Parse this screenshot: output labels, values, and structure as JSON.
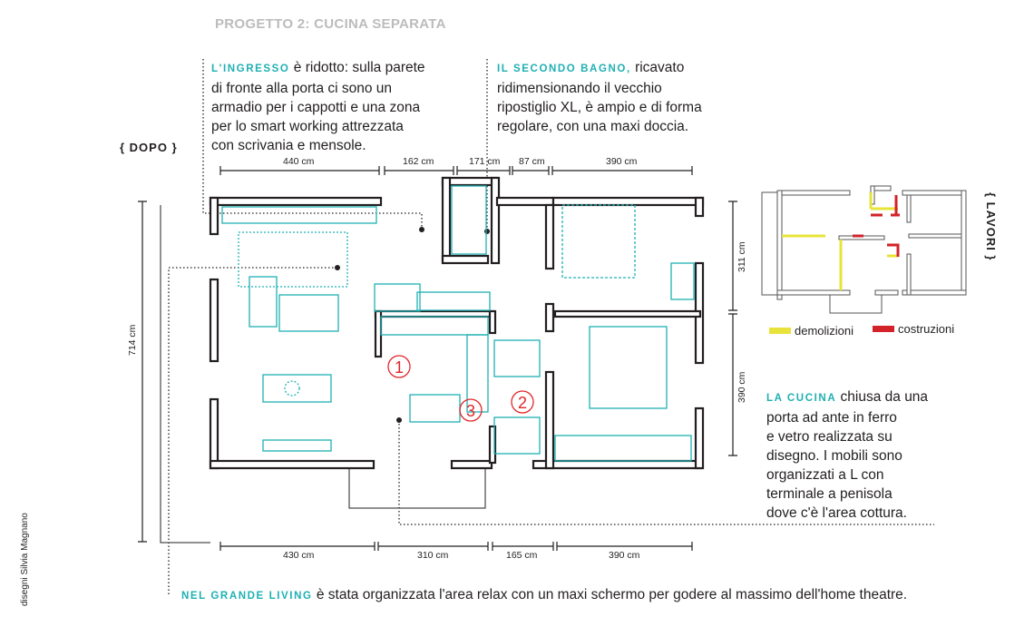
{
  "title": "PROGETTO 2: CUCINA SEPARATA",
  "ingresso": {
    "lead": "L'INGRESSO",
    "lines": [
      "è ridotto: sulla parete",
      "di fronte alla porta ci sono un",
      "armadio per i cappotti e una zona",
      "per lo smart working attrezzata",
      "con scrivania e mensole."
    ]
  },
  "bagno": {
    "lead": "IL SECONDO BAGNO,",
    "lines": [
      "ricavato",
      "ridimensionando il vecchio",
      "ripostiglio XL, è ampio e di forma",
      "regolare, con una maxi doccia."
    ]
  },
  "cucina": {
    "lead": "LA CUCINA",
    "lines": [
      "chiusa da una",
      "porta ad ante in ferro",
      "e vetro realizzata su",
      "disegno. I mobili sono",
      "organizzati a L con",
      "terminale a penisola",
      "dove c'è l'area cottura."
    ]
  },
  "living": {
    "lead": "NEL GRANDE LIVING",
    "text": "è stata organizzata l'area relax con un maxi schermo per godere al massimo dell'home theatre."
  },
  "dopo_label": "{ DOPO }",
  "lavori_label": "{ LAVORI }",
  "dimensions": {
    "top": [
      "440 cm",
      "162 cm",
      "171 cm",
      "87 cm",
      "390 cm"
    ],
    "bottom": [
      "430 cm",
      "310 cm",
      "165 cm",
      "390 cm"
    ],
    "left": "714 cm",
    "right": [
      "311 cm",
      "390 cm"
    ]
  },
  "markers": [
    "1",
    "2",
    "3"
  ],
  "legend": {
    "demolizioni": "demolizioni",
    "costruzioni": "costruzioni"
  },
  "colors": {
    "teal": "#1fb0b3",
    "demolizioni": "#e8e33a",
    "costruzioni": "#d2232a",
    "wall": "#231f20"
  },
  "credit": "disegni Silvia Magnano"
}
